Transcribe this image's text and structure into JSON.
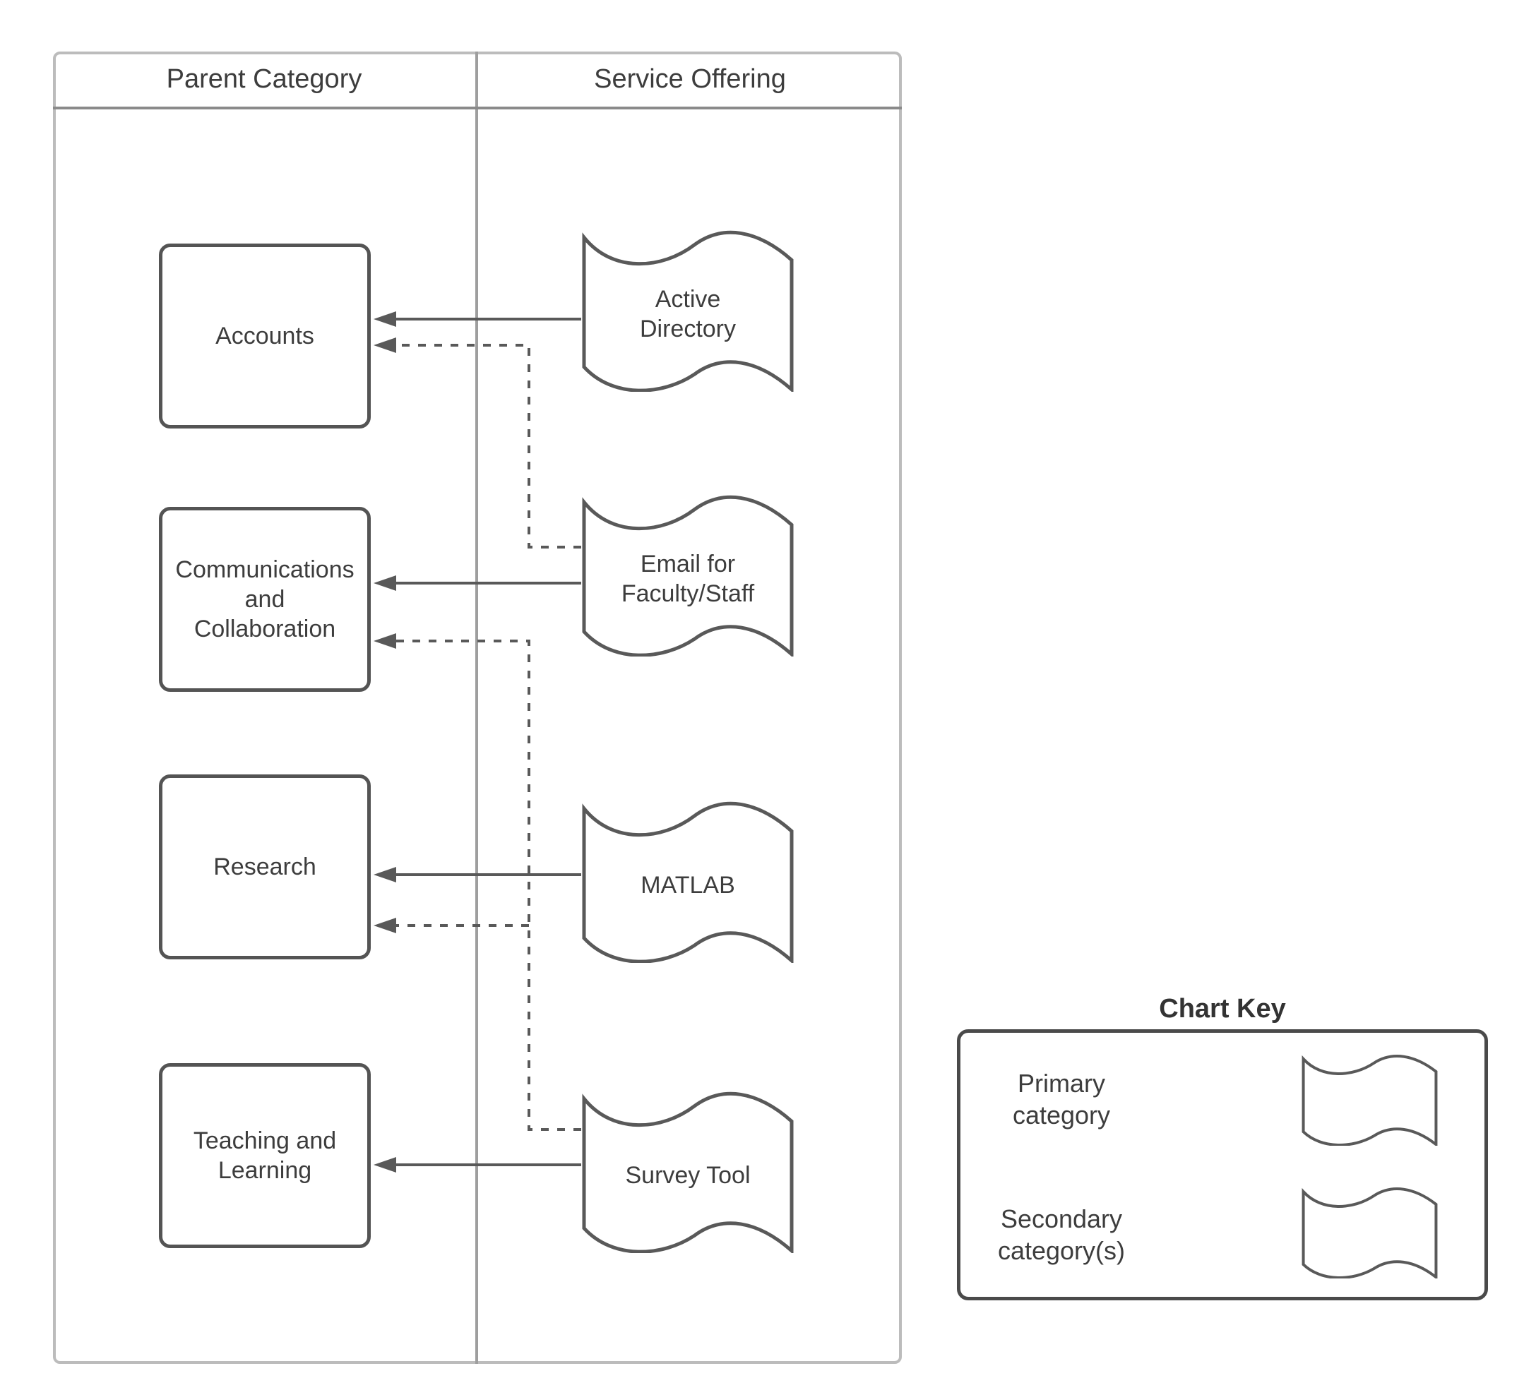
{
  "columns": {
    "parent": "Parent Category",
    "service": "Service Offering"
  },
  "categories": [
    {
      "id": "accounts",
      "label": "Accounts"
    },
    {
      "id": "communications-and-collaboration",
      "label": "Communications\nand\nCollaboration"
    },
    {
      "id": "research",
      "label": "Research"
    },
    {
      "id": "teaching-and-learning",
      "label": "Teaching and\nLearning"
    }
  ],
  "services": [
    {
      "id": "active-directory",
      "label": "Active\nDirectory"
    },
    {
      "id": "email-for-faculty-staff",
      "label": "Email for\nFaculty/Staff"
    },
    {
      "id": "matlab",
      "label": "MATLAB"
    },
    {
      "id": "survey-tool",
      "label": "Survey Tool"
    }
  ],
  "connections": [
    {
      "from": "Active Directory",
      "to": "Accounts",
      "type": "primary"
    },
    {
      "from": "Email for Faculty/Staff",
      "to": "Communications and Collaboration",
      "type": "primary"
    },
    {
      "from": "Email for Faculty/Staff",
      "to": "Accounts",
      "type": "secondary"
    },
    {
      "from": "MATLAB",
      "to": "Research",
      "type": "primary"
    },
    {
      "from": "Survey Tool",
      "to": "Teaching and Learning",
      "type": "primary"
    },
    {
      "from": "Survey Tool",
      "to": "Communications and Collaboration",
      "type": "secondary"
    },
    {
      "from": "Survey Tool",
      "to": "Research",
      "type": "secondary"
    }
  ],
  "chart_key": {
    "title": "Chart Key",
    "primary_label": "Primary\ncategory",
    "secondary_label": "Secondary\ncategory(s)"
  },
  "colors": {
    "shape_stroke": "#595959",
    "box_stroke": "#545454",
    "frame_stroke": "#bcbcbc",
    "grid_stroke": "#8a8a8a",
    "divider_stroke": "#9e9e9e",
    "text": "#3d3d3d"
  }
}
